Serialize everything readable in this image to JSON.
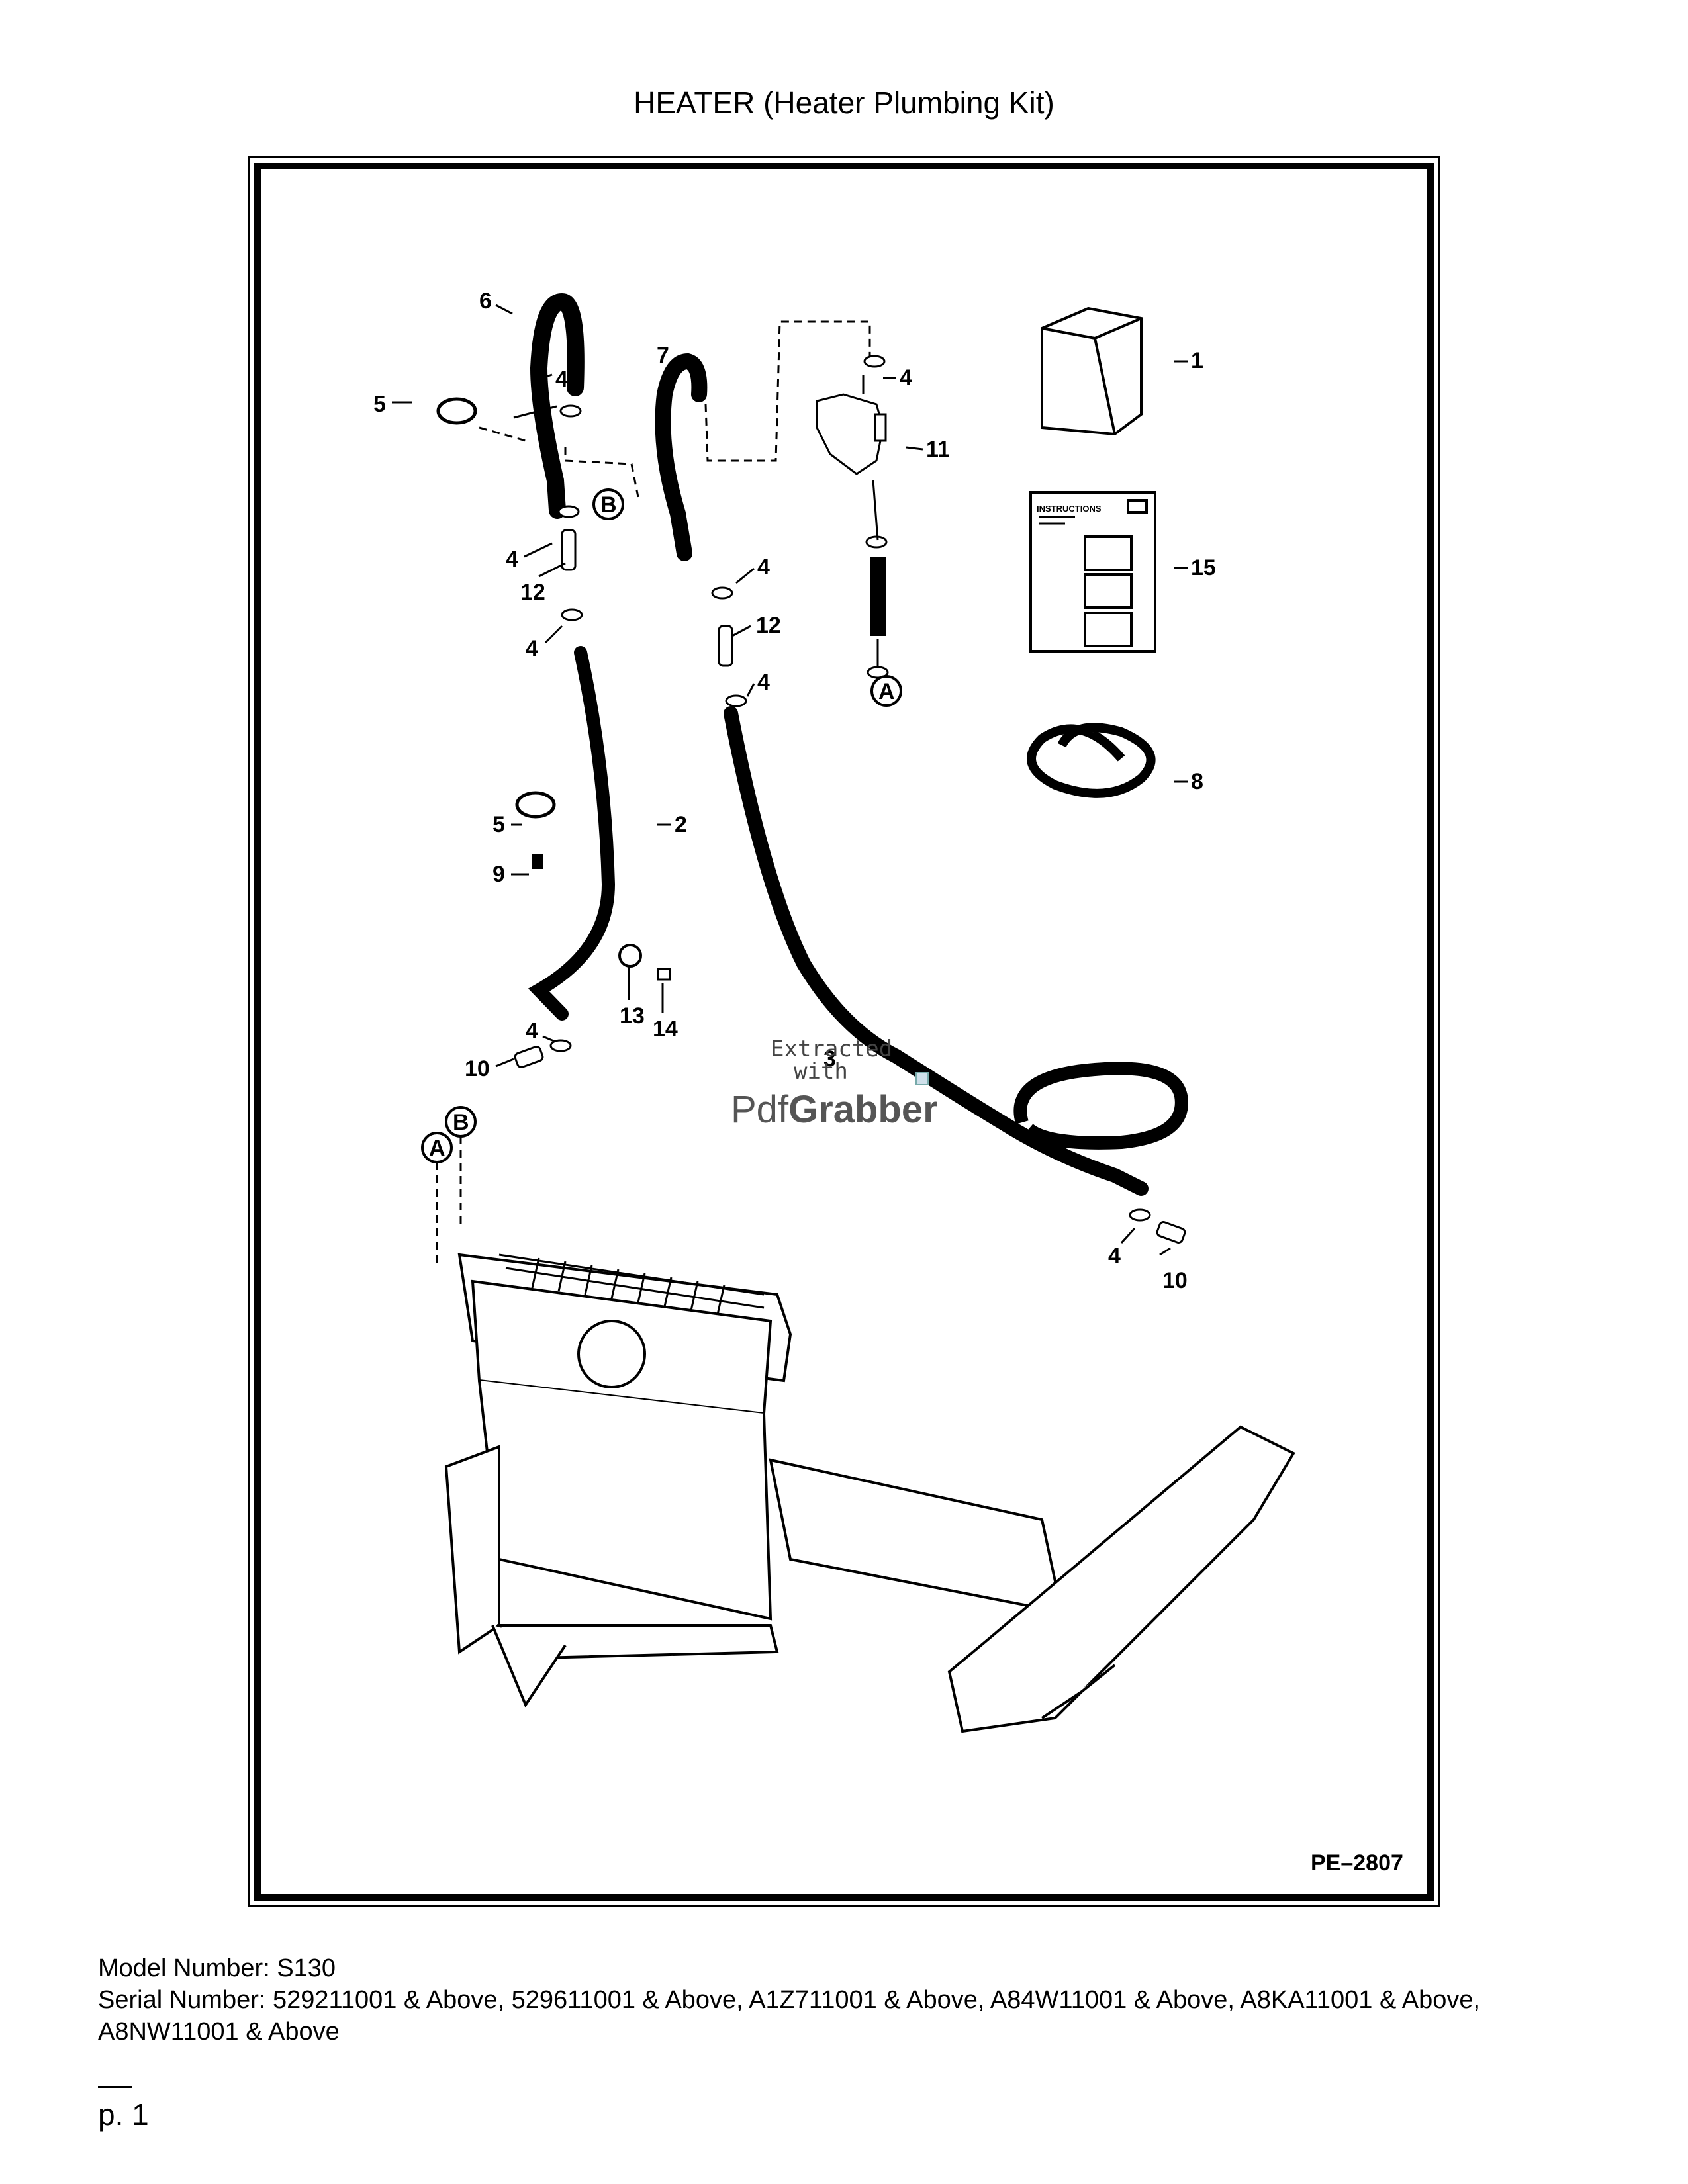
{
  "title": "HEATER (Heater Plumbing Kit)",
  "diagram": {
    "figure_id": "PE–2807",
    "callouts": [
      "1",
      "2",
      "3",
      "4",
      "5",
      "6",
      "7",
      "8",
      "9",
      "10",
      "11",
      "12",
      "13",
      "14",
      "15"
    ],
    "connection_labels": [
      "A",
      "B"
    ],
    "instructions_header": "INSTRUCTIONS",
    "watermark": {
      "line1": "Extracted",
      "line2": "with",
      "brand_a": "Pdf",
      "brand_b": "Grabber"
    }
  },
  "footer": {
    "model": "Model Number: S130",
    "serial": "Serial Number: 529211001 & Above, 529611001 & Above, A1Z711001 & Above, A84W11001 & Above, A8KA11001 & Above, A8NW11001 & Above"
  },
  "page_number": "p. 1"
}
